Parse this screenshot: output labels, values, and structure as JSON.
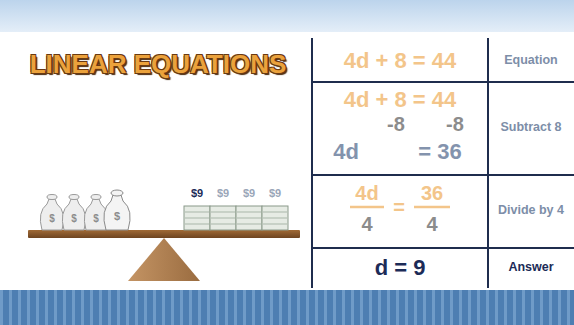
{
  "diagram": {
    "title": "LINEAR EQUATIONS",
    "labels": [
      "$",
      "$",
      "$",
      "$",
      "$9",
      "$9",
      "$9",
      "$9",
      "4d + 8 = 44",
      "Equation",
      "4d + 8 = 44",
      "-8",
      "-8",
      "4d",
      "= 36",
      "Subtract 8",
      "4d",
      "=",
      "36",
      "4",
      "4",
      "Divide by 4",
      "d = 9",
      "Answer"
    ]
  }
}
